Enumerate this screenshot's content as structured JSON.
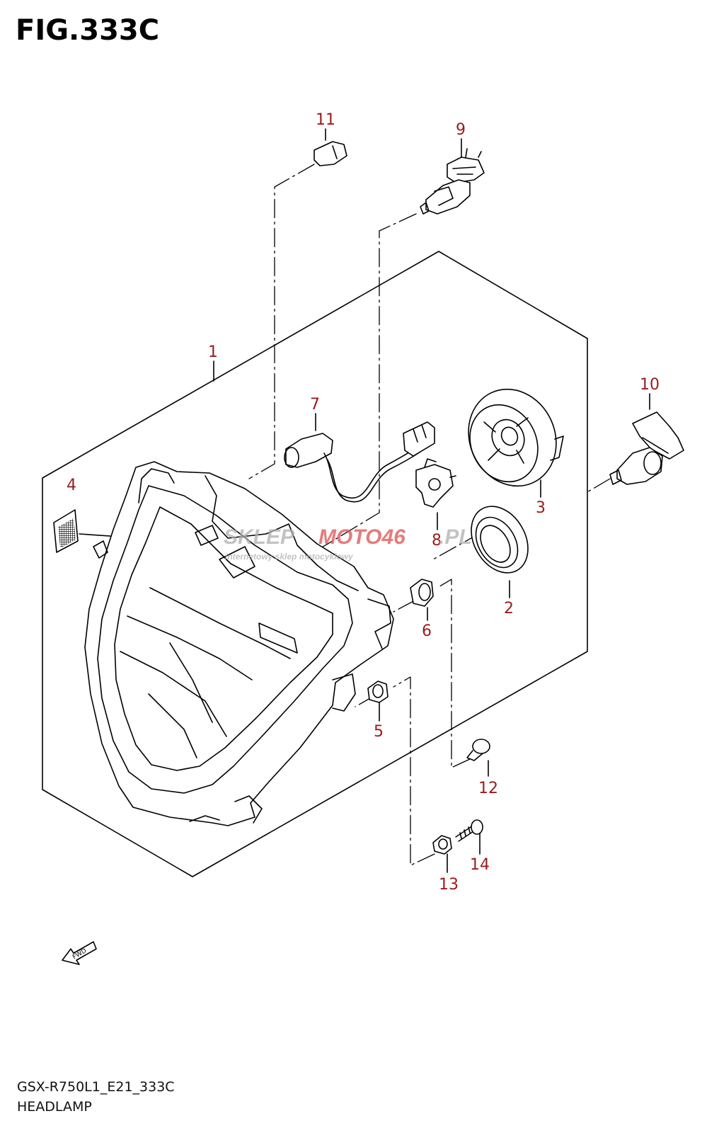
{
  "header": {
    "title": "FIG.333C"
  },
  "footer": {
    "model_code": "GSX-R750L1_E21_333C",
    "part_name": "HEADLAMP"
  },
  "callouts": [
    "1",
    "2",
    "3",
    "4",
    "5",
    "6",
    "7",
    "8",
    "9",
    "10",
    "11",
    "12",
    "13",
    "14"
  ],
  "fwd_label": "FWD",
  "watermark": {
    "brand_a": "SKLEP",
    "brand_b": "MOTO46",
    "domain": ".PL",
    "tagline": "internetowy sklep motocyklowy"
  },
  "colors": {
    "callout": "#9b1b1b",
    "line": "#000000",
    "watermark_red": "#e05050",
    "watermark_grey": "#b0b0b0"
  }
}
